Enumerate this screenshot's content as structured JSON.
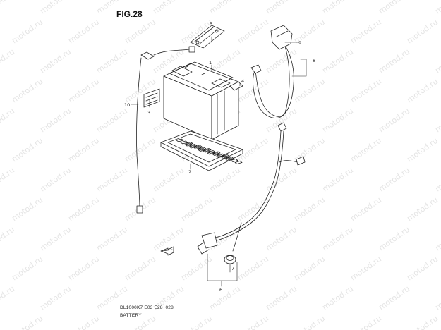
{
  "figure": {
    "title": "FIG.28",
    "doc_code": "DL1000K7 E03 E28_028",
    "doc_name": "BATTERY"
  },
  "watermark": "motod.ru",
  "callouts": [
    "1",
    "2",
    "3",
    "4",
    "5",
    "6",
    "7",
    "8",
    "9",
    "10"
  ]
}
